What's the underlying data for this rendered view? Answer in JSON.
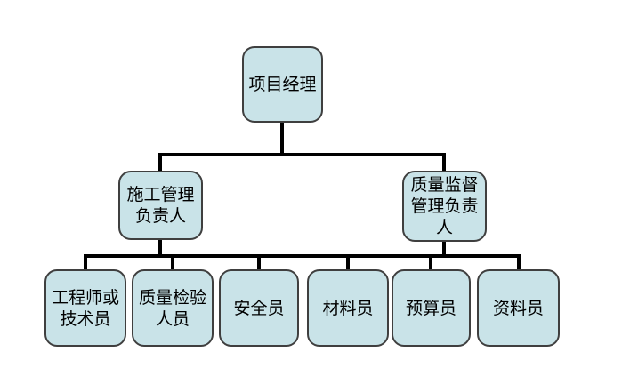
{
  "diagram": {
    "type": "org-chart",
    "background": "#ffffff",
    "colors": {
      "node_fill": "#c9e3e8",
      "node_border": "#3f3f3f",
      "connector": "#000000",
      "text": "#000000"
    },
    "nodes": {
      "root": {
        "label": "项目经理"
      },
      "level2": [
        {
          "label": "施工管理\n负责人"
        },
        {
          "label": "质量监督\n管理负责\n人"
        }
      ],
      "level3": [
        {
          "label": "工程师或\n技术员"
        },
        {
          "label": "质量检验\n人员"
        },
        {
          "label": "安全员"
        },
        {
          "label": "材料员"
        },
        {
          "label": "预算员"
        },
        {
          "label": "资料员"
        }
      ]
    },
    "edges": [
      {
        "from": "项目经理",
        "to": "施工管理负责人"
      },
      {
        "from": "项目经理",
        "to": "质量监督管理负责人"
      },
      {
        "from": "施工管理负责人",
        "to": "工程师或技术员"
      },
      {
        "from": "施工管理负责人",
        "to": "质量检验人员"
      },
      {
        "from": "施工管理负责人",
        "to": "安全员"
      },
      {
        "from": "质量监督管理负责人",
        "to": "材料员"
      },
      {
        "from": "质量监督管理负责人",
        "to": "预算员"
      },
      {
        "from": "质量监督管理负责人",
        "to": "资料员"
      }
    ]
  }
}
